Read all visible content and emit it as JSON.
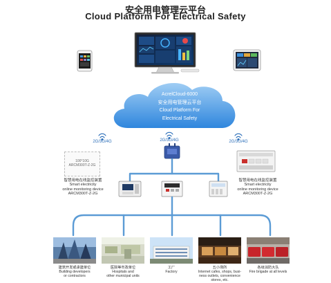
{
  "title": {
    "cn": "安全用电管理云平台",
    "en": "Cloud Platform  For Electrical Safety"
  },
  "cloud": {
    "line1": "AcrelCloud-6000",
    "line2": "安全用电管理云平台",
    "line3": "Cloud Platform  For",
    "line4": "Electrical Safety"
  },
  "wifi_labels": [
    "2G/3G/4G",
    "2G/3G/4G",
    "2G/3G/4G"
  ],
  "device_box": {
    "line1": "100°10G",
    "line2": "ARCM300T-Z-2G"
  },
  "left_device": {
    "cn": "智慧用电在线监控装置",
    "en1": "Smart electricity",
    "en2": "online monitoring device",
    "model": "ARCM300T-Z-2G"
  },
  "right_device": {
    "cn": "智慧用电在线监控装置",
    "en1": "Smart electricity",
    "en2": "online monitoring device",
    "model": "ARCM300T-Z-2G"
  },
  "scenes": [
    {
      "cn": "建筑开发或承建单位",
      "en1": "Building developers",
      "en2": "or contractors",
      "en3": ""
    },
    {
      "cn": "医院等市政单位",
      "en1": "Hospitals and",
      "en2": "other municipal units",
      "en3": ""
    },
    {
      "cn": "工厂",
      "en1": "Factory",
      "en2": "",
      "en3": ""
    },
    {
      "cn": "五小场所",
      "en1": "Internet cafes, shops, busi-",
      "en2": "ness outlets, convenience",
      "en3": "stores, etc."
    },
    {
      "cn": "各级消防大队",
      "en1": "Fire brigade at all levels",
      "en2": "",
      "en3": ""
    }
  ],
  "colors": {
    "accent": "#5b9bd5",
    "cloud_top": "#8fc3f0",
    "cloud_bottom": "#3d8fe0",
    "wifi": "#2a6db8"
  }
}
